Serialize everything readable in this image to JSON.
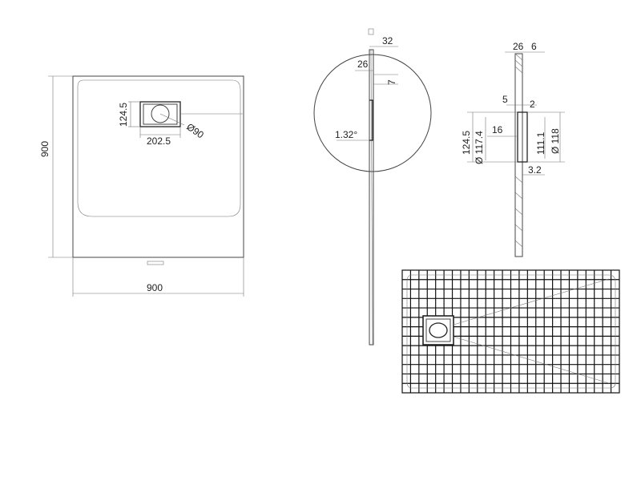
{
  "plan_view": {
    "width_label": "900",
    "height_label": "900",
    "drain_height_label": "124.5",
    "drain_width_label": "202.5",
    "drain_diameter_label": "Ø90"
  },
  "slope_section": {
    "top_dim_label": "32",
    "thickness_label": "26",
    "offset_label": "7",
    "slope_angle_label": "1.32°"
  },
  "drain_section": {
    "top_dim_a_label": "26",
    "top_dim_b_label": "6",
    "dim_5_label": "5",
    "dim_2_label": "2",
    "outer_height_label": "124.5",
    "inner_diameter_label": "Ø 117.4",
    "depth_16_label": "16",
    "height_111_label": "111.1",
    "outer_diameter_label": "Ø 118",
    "bottom_dim_label": "3.2"
  },
  "grid_view": {
    "columns": 26,
    "rows": 13
  }
}
